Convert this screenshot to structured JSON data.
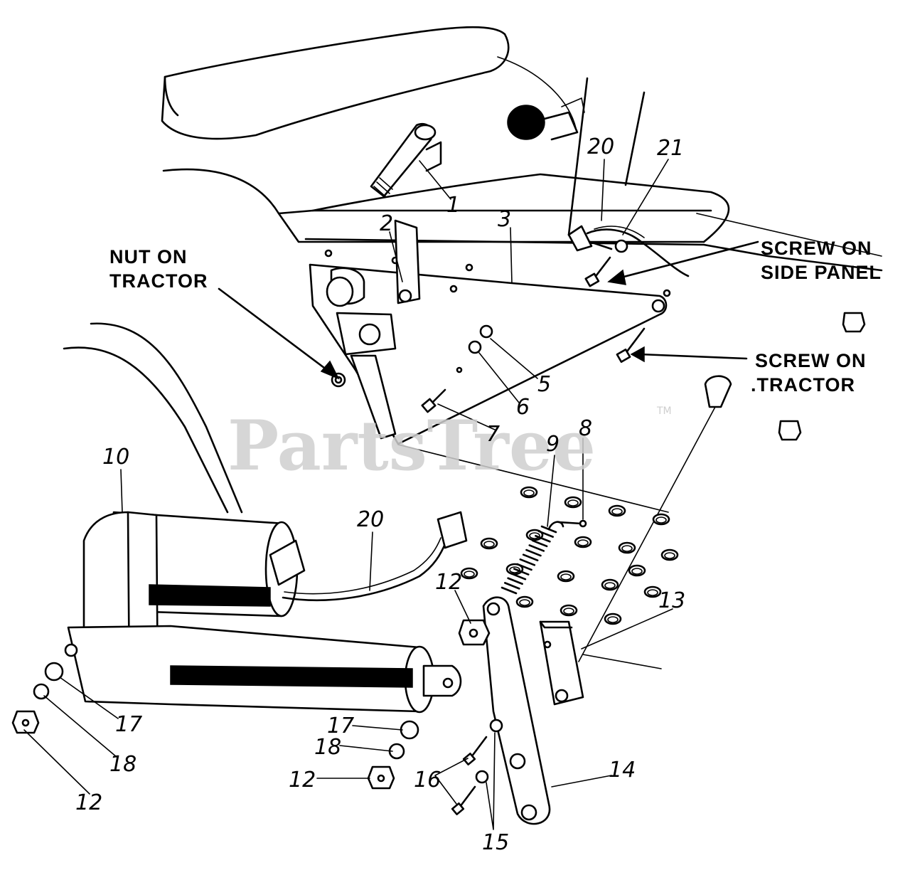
{
  "watermark": {
    "text": "PartsTree",
    "trademark": "TM"
  },
  "callouts": {
    "nut_on_tractor": [
      "NUT ON",
      "TRACTOR"
    ],
    "screw_on_side_panel": [
      "SCREW ON",
      "SIDE PANEL"
    ],
    "screw_on_tractor": [
      "SCREW ON",
      ".TRACTOR"
    ]
  },
  "parts": [
    {
      "id": "p1",
      "label": "1"
    },
    {
      "id": "p2",
      "label": "2"
    },
    {
      "id": "p3",
      "label": "3"
    },
    {
      "id": "p5",
      "label": "5"
    },
    {
      "id": "p6",
      "label": "6"
    },
    {
      "id": "p7",
      "label": "7"
    },
    {
      "id": "p8",
      "label": "8"
    },
    {
      "id": "p9",
      "label": "9"
    },
    {
      "id": "p10",
      "label": "10"
    },
    {
      "id": "p12a",
      "label": "12"
    },
    {
      "id": "p12b",
      "label": "12"
    },
    {
      "id": "p12c",
      "label": "12"
    },
    {
      "id": "p13",
      "label": "13"
    },
    {
      "id": "p14",
      "label": "14"
    },
    {
      "id": "p15",
      "label": "15"
    },
    {
      "id": "p16",
      "label": "16"
    },
    {
      "id": "p17a",
      "label": "17"
    },
    {
      "id": "p17b",
      "label": "17"
    },
    {
      "id": "p18a",
      "label": "18"
    },
    {
      "id": "p18b",
      "label": "18"
    },
    {
      "id": "p20a",
      "label": "20"
    },
    {
      "id": "p20b",
      "label": "20"
    },
    {
      "id": "p21",
      "label": "21"
    }
  ]
}
